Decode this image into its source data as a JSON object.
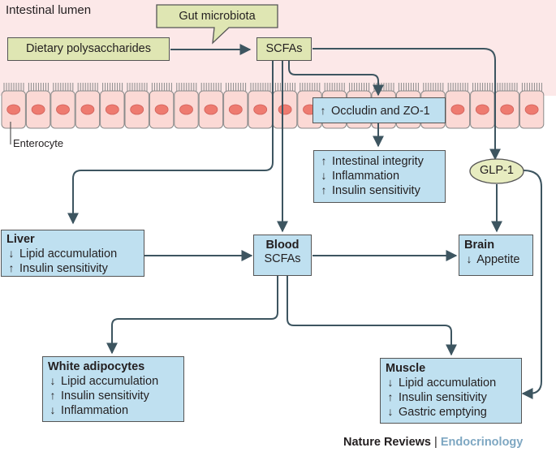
{
  "labels": {
    "lumen": "Intestinal lumen",
    "enterocyte": "Enterocyte"
  },
  "callout": {
    "text": "Gut microbiota"
  },
  "nodes": {
    "dietary": "Dietary polysaccharides",
    "scfas": "SCFAs",
    "occludin": "Occludin and ZO-1",
    "glp1": "GLP-1",
    "blood_title": "Blood",
    "blood_sub": "SCFAs",
    "brain_title": "Brain",
    "liver_title": "Liver",
    "adipocytes_title": "White adipocytes",
    "muscle_title": "Muscle"
  },
  "effects": {
    "barrier": [
      {
        "dir": "↑",
        "text": "Intestinal integrity"
      },
      {
        "dir": "↓",
        "text": "Inflammation"
      },
      {
        "dir": "↑",
        "text": "Insulin sensitivity"
      }
    ],
    "liver": [
      {
        "dir": "↓",
        "text": "Lipid accumulation"
      },
      {
        "dir": "↑",
        "text": "Insulin sensitivity"
      }
    ],
    "brain": [
      {
        "dir": "↓",
        "text": "Appetite"
      }
    ],
    "adipocytes": [
      {
        "dir": "↓",
        "text": "Lipid accumulation"
      },
      {
        "dir": "↑",
        "text": "Insulin sensitivity"
      },
      {
        "dir": "↓",
        "text": "Inflammation"
      }
    ],
    "muscle": [
      {
        "dir": "↓",
        "text": "Lipid accumulation"
      },
      {
        "dir": "↑",
        "text": "Insulin sensitivity"
      },
      {
        "dir": "↓",
        "text": "Gastric emptying"
      }
    ]
  },
  "occludin_dir": "↑",
  "footer": {
    "journal": "Nature Reviews",
    "separator": "|",
    "section": "Endocrinology"
  },
  "colors": {
    "lumen": "#fce8e8",
    "cell_fill": "#fbd9d5",
    "nucleus": "#ee7b70",
    "green_box": "#dfe6b3",
    "blue_box": "#bfe0f0",
    "glp1_fill": "#e7ecc0",
    "arrow": "#3d5560",
    "footer_accent": "#7ea7c2"
  }
}
